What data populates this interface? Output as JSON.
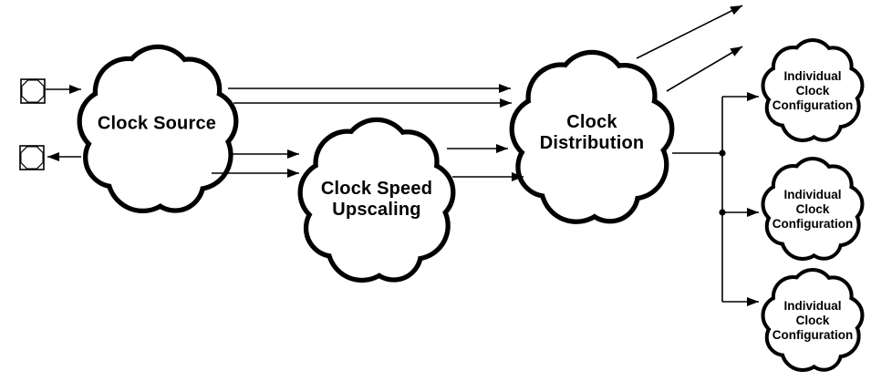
{
  "colors": {
    "outline": "#000000",
    "fill": "#ffffff",
    "text": "#000000",
    "background": "#ffffff"
  },
  "nodes": {
    "clock_source": {
      "label": "Clock Source"
    },
    "clock_speed_upscaling": {
      "label": "Clock Speed\nUpscaling"
    },
    "clock_distribution": {
      "label": "Clock\nDistribution"
    },
    "individual_1": {
      "label": "Individual\nClock\nConfiguration"
    },
    "individual_2": {
      "label": "Individual\nClock\nConfiguration"
    },
    "individual_3": {
      "label": "Individual\nClock\nConfiguration"
    }
  },
  "symbols": {
    "crystal_in": "crystal-oscillator",
    "crystal_out": "crystal-oscillator"
  },
  "connections": [
    {
      "from": "crystal-oscillator-in",
      "to": "clock-source",
      "style": "arrow"
    },
    {
      "from": "clock-source",
      "to": "crystal-oscillator-out",
      "style": "arrow"
    },
    {
      "from": "clock-source",
      "to": "clock-distribution",
      "style": "arrow"
    },
    {
      "from": "clock-source",
      "to": "clock-distribution",
      "style": "arrow"
    },
    {
      "from": "clock-source",
      "to": "clock-speed-upscaling",
      "style": "arrow"
    },
    {
      "from": "clock-source",
      "to": "clock-speed-upscaling",
      "style": "arrow"
    },
    {
      "from": "clock-speed-upscaling",
      "to": "clock-distribution",
      "style": "arrow"
    },
    {
      "from": "clock-speed-upscaling",
      "to": "clock-distribution",
      "style": "arrow"
    },
    {
      "from": "clock-distribution",
      "to": "external-output",
      "style": "arrow"
    },
    {
      "from": "clock-distribution",
      "to": "external-output",
      "style": "arrow"
    },
    {
      "from": "clock-distribution",
      "to": "individual-clock-configuration-1",
      "style": "arrow"
    },
    {
      "from": "clock-distribution",
      "to": "individual-clock-configuration-2",
      "style": "arrow"
    },
    {
      "from": "clock-distribution",
      "to": "individual-clock-configuration-3",
      "style": "arrow"
    }
  ]
}
